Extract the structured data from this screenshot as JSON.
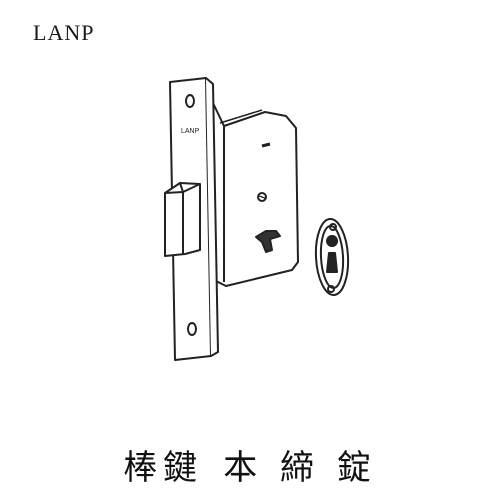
{
  "brand": "LANP",
  "faceplate_mark": "LANP",
  "caption": {
    "part1": "棒鍵",
    "part2": "本 締 錠"
  },
  "icons": {
    "lock": "mortise-lock-illustration",
    "escutcheon": "keyhole-escutcheon-illustration"
  }
}
